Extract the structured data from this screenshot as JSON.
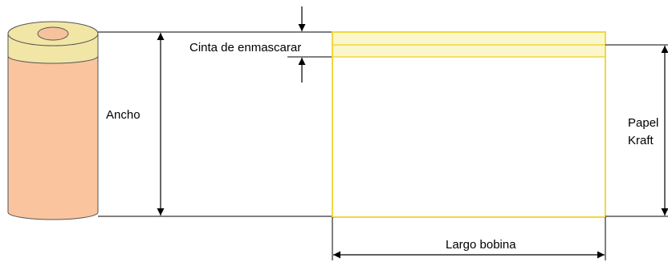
{
  "labels": {
    "tape": "Cinta de enmascarar",
    "width": "Ancho",
    "kraft_line1": "Papel",
    "kraft_line2": "Kraft",
    "length": "Largo bobina"
  },
  "colors": {
    "roll_body": "#f9c49e",
    "roll_tape": "#f2e6a6",
    "roll_core": "#f7c29b",
    "sheet_border": "#f2d640",
    "tape_fill": "#fbf6cc",
    "line": "#000000"
  },
  "icons": [
    "down-arrow",
    "up-arrow",
    "double-arrow"
  ]
}
